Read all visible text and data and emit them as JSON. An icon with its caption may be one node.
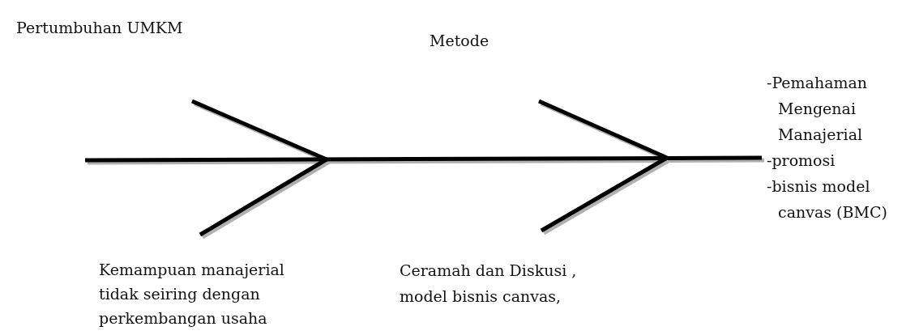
{
  "diagram": {
    "labels": [
      "Pertumbuhan UMKM",
      "Metode",
      "-Pemahaman Mengenai Manajerial",
      "-promosi",
      "-bisnis model canvas (BMC)",
      "Kemampuan manajerial tidak seiring dengan perkembangan usaha",
      "Ceramah dan Diskusi , model bisnis canvas,"
    ]
  }
}
